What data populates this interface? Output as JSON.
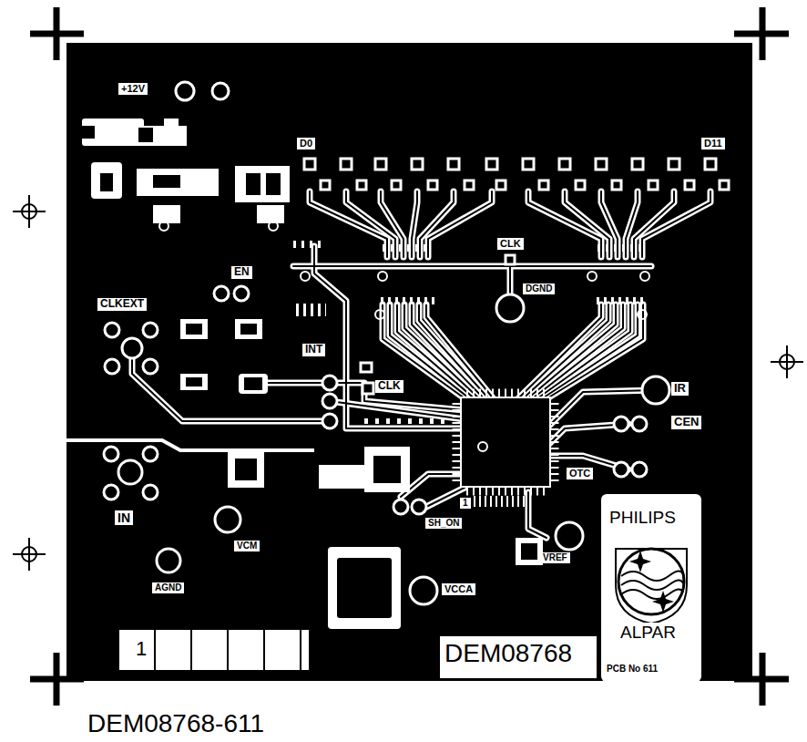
{
  "diagram": {
    "caption": "DEM08768-611",
    "labels": [
      "+12V",
      "D0",
      "D11",
      "CLK",
      "DGND",
      "EN",
      "CLKEXT",
      "INT",
      "CLK",
      "IR",
      "CEN",
      "OTC",
      "1",
      "SH_ON",
      "IN",
      "VCM",
      "VREF",
      "VCCA",
      "AGND",
      "PHILIPS",
      "ALPAR",
      "DEM08768",
      "PCB No 611",
      "1"
    ]
  }
}
